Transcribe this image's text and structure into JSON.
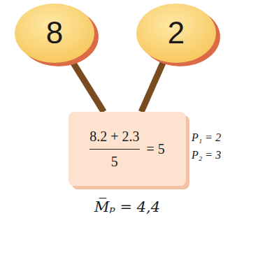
{
  "diagram": {
    "nodes": [
      {
        "text": [
          "8"
        ]
      },
      {
        "text": [
          "2"
        ]
      },
      {
        "text": [
          "8.2 + 2.3",
          "5",
          "= 5"
        ]
      }
    ],
    "edges": [
      {
        "from": 0,
        "to": 2,
        "arrow": "none"
      },
      {
        "from": 1,
        "to": 2,
        "arrow": "none"
      }
    ],
    "labels": [
      "P₁ = 2",
      "P₂ = 3",
      "M̅ₚ = 4,4"
    ]
  }
}
